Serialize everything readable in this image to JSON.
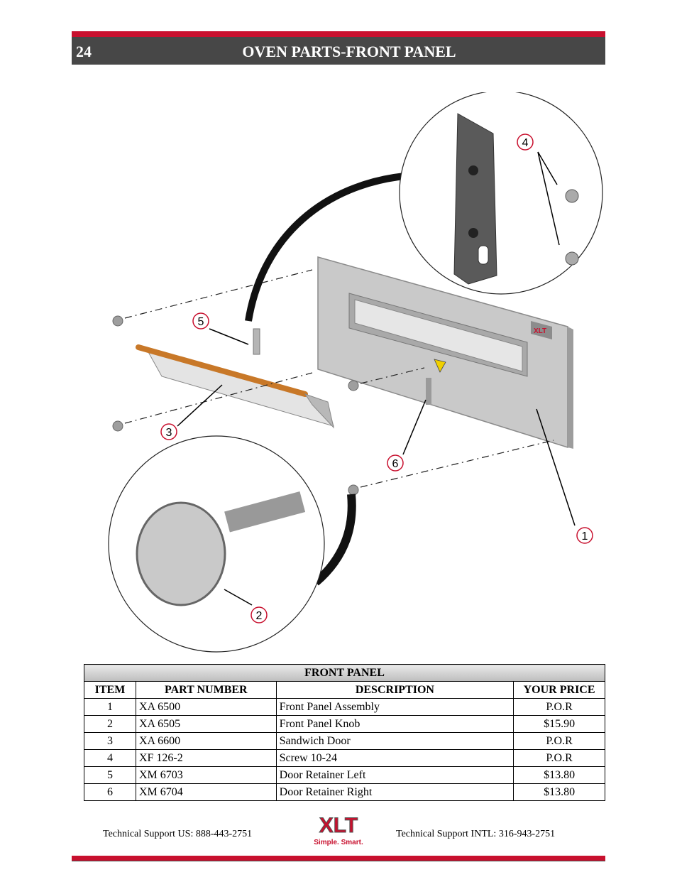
{
  "header": {
    "page_number": "24",
    "title": "OVEN PARTS-FRONT PANEL"
  },
  "diagram": {
    "callouts": [
      "1",
      "2",
      "3",
      "4",
      "5",
      "6"
    ],
    "logo_text": "XLT"
  },
  "table": {
    "title": "FRONT PANEL",
    "columns": [
      "ITEM",
      "PART NUMBER",
      "DESCRIPTION",
      "YOUR PRICE"
    ],
    "rows": [
      {
        "item": "1",
        "part": "XA 6500",
        "desc": "Front Panel Assembly",
        "price": "P.O.R"
      },
      {
        "item": "2",
        "part": "XA 6505",
        "desc": "Front Panel Knob",
        "price": "$15.90"
      },
      {
        "item": "3",
        "part": "XA 6600",
        "desc": "Sandwich Door",
        "price": "P.O.R"
      },
      {
        "item": "4",
        "part": "XF 126-2",
        "desc": "Screw 10-24",
        "price": "P.O.R"
      },
      {
        "item": "5",
        "part": "XM 6703",
        "desc": "Door Retainer Left",
        "price": "$13.80"
      },
      {
        "item": "6",
        "part": "XM 6704",
        "desc": "Door Retainer Right",
        "price": "$13.80"
      }
    ]
  },
  "footer": {
    "support_us": "Technical Support  US:  888-443-2751",
    "support_intl": "Technical Support  INTL:  316-943-2751",
    "logo_text": "XLT",
    "tagline": "Simple. Smart."
  },
  "colors": {
    "accent_red": "#c8102e",
    "header_gray": "#474747"
  }
}
